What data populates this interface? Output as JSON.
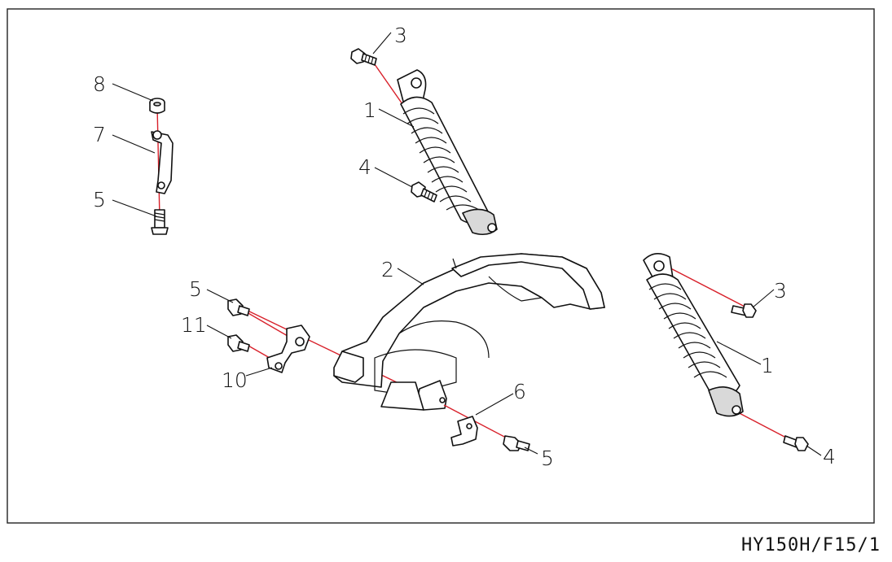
{
  "callouts": {
    "shock_top_bolt_upper": "3",
    "shock_left": "1",
    "shock_bottom_bolt_left": "4",
    "bracket_grommet": "8",
    "bracket_top": "7",
    "bracket_bolt": "5",
    "fender": "2",
    "fender_bolt_left": "5",
    "bracket_bolt_small": "11",
    "bracket_left": "10",
    "plate": "6",
    "plate_bolt": "5",
    "shock_right_top_bolt": "3",
    "shock_right": "1",
    "shock_right_bottom_bolt": "4"
  },
  "drawing_code": "HY150H/F15/1",
  "colors": {
    "axis_line": "#d8202a",
    "ink": "#111111"
  }
}
